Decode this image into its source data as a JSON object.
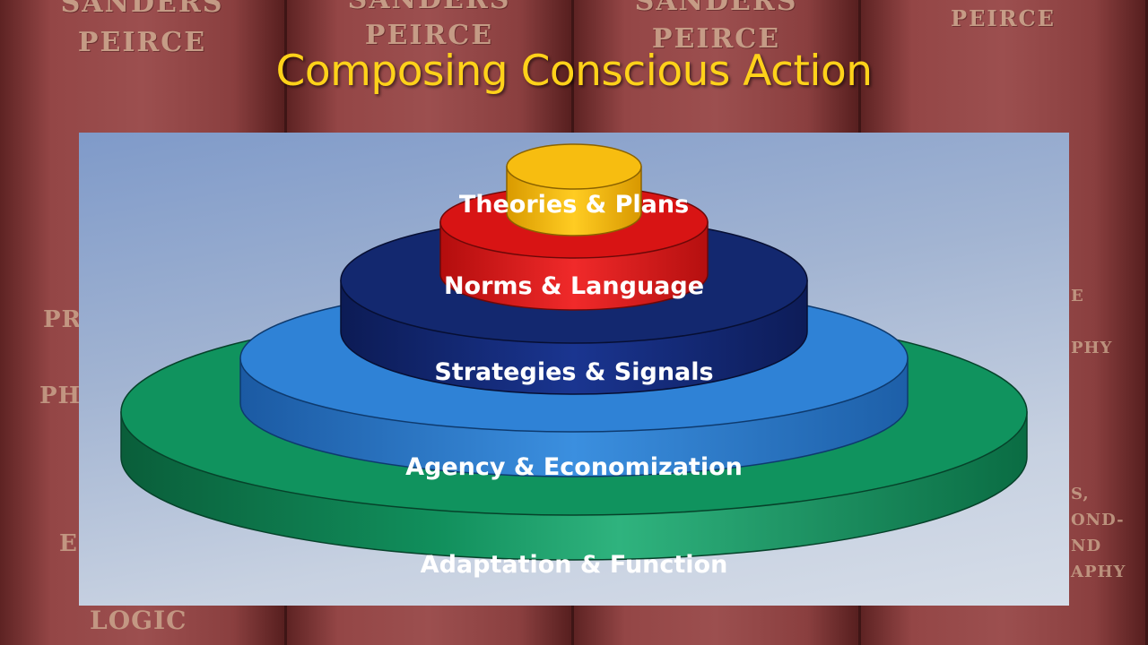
{
  "slide": {
    "title": "Composing Conscious Action"
  },
  "background": {
    "spines": [
      {
        "top": "SANDERS",
        "bottom": "PEIRCE"
      },
      {
        "top": "SANDERS",
        "bottom": "PEIRCE"
      },
      {
        "top": "SANDERS",
        "bottom": "PEIRCE"
      },
      {
        "top": "",
        "bottom": "PEIRCE"
      }
    ],
    "left_fragments": [
      "PR",
      "PH",
      "E",
      "LOGIC"
    ],
    "right_fragments": [
      "E",
      "PHY",
      "S,",
      "OND-",
      "ND",
      "APHY"
    ]
  },
  "diagram": {
    "tiers": [
      {
        "label": "Adaptation & Function",
        "color": "#0f8e5c"
      },
      {
        "label": "Agency & Economization",
        "color": "#2a7ccf"
      },
      {
        "label": "Strategies & Signals",
        "color": "#142a78"
      },
      {
        "label": "Norms & Language",
        "color": "#e01515"
      },
      {
        "label": "Theories & Plans",
        "color": "#f5b800"
      }
    ]
  }
}
